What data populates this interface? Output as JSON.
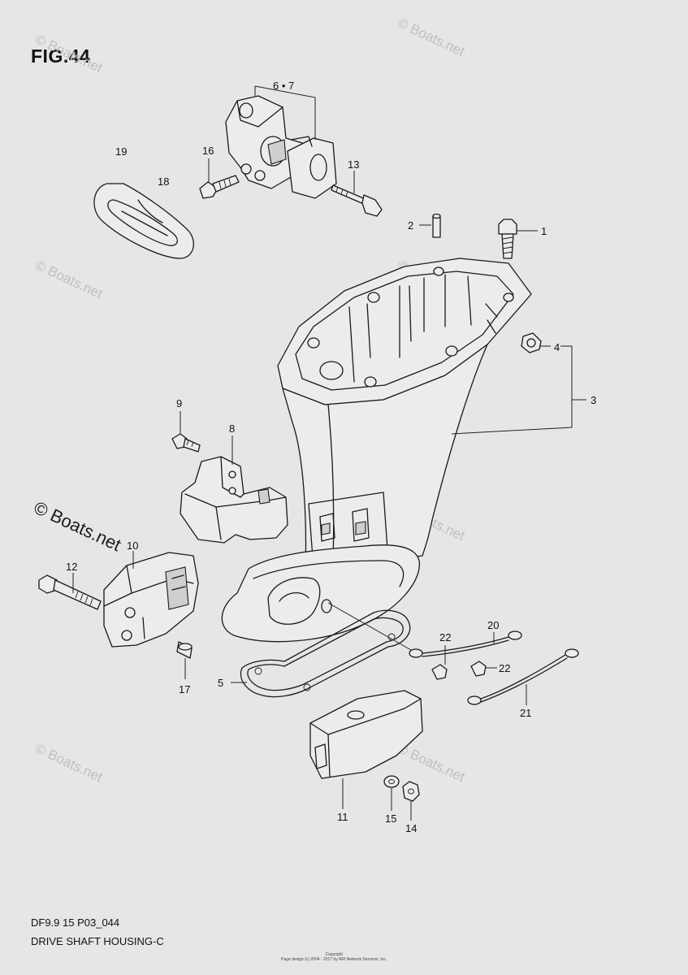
{
  "figure": {
    "title": "FIG.44"
  },
  "footer": {
    "model_code": "DF9.9 15 P03_044",
    "caption": "DRIVE SHAFT HOUSING-C",
    "copyright_line1": "Copyright",
    "copyright_line2": "Page design (c) 2004 - 2017 by ARI Network Services, Inc."
  },
  "watermark": {
    "text": "© Boats.net"
  },
  "callouts": {
    "c1": "1",
    "c2": "2",
    "c3": "3",
    "c4": "4",
    "c5": "5",
    "c67": "6 • 7",
    "c8": "8",
    "c9": "9",
    "c10": "10",
    "c11": "11",
    "c12": "12",
    "c13": "13",
    "c14": "14",
    "c15": "15",
    "c16": "16",
    "c17": "17",
    "c18": "18",
    "c19": "19",
    "c20": "20",
    "c21": "21",
    "c22a": "22",
    "c22b": "22"
  }
}
